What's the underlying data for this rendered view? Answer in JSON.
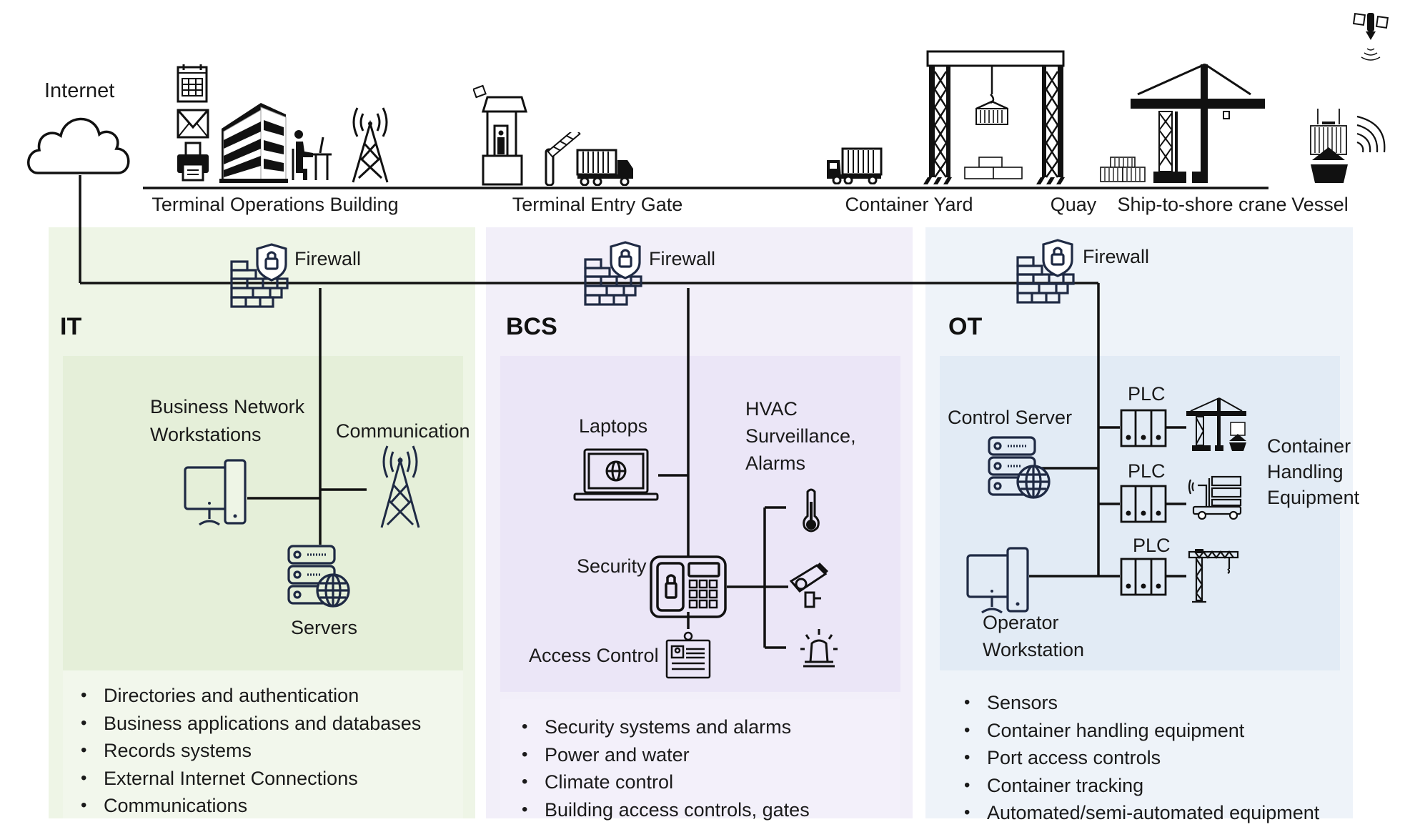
{
  "colors": {
    "it_panel": "#e8f2de",
    "bcs_panel": "#ede8f8",
    "ot_panel": "#e2ecf6",
    "icon_navy": "#1f2a44",
    "line": "#111111"
  },
  "header": {
    "internet_label": "Internet",
    "locations": [
      {
        "label": "Terminal Operations Building"
      },
      {
        "label": "Terminal Entry Gate"
      },
      {
        "label": "Container Yard"
      },
      {
        "label": "Quay"
      },
      {
        "label": "Ship-to-shore crane"
      },
      {
        "label": "Vessel"
      }
    ]
  },
  "firewall_label": "Firewall",
  "panels": {
    "it": {
      "title": "IT",
      "nodes": {
        "workstations": "Business Network\nWorkstations",
        "workstations_line1": "Business Network",
        "workstations_line2": "Workstations",
        "communication": "Communication",
        "servers": "Servers"
      },
      "bullets": [
        "Directories and authentication",
        "Business applications and databases",
        "Records systems",
        "External Internet Connections",
        "Communications"
      ]
    },
    "bcs": {
      "title": "BCS",
      "nodes": {
        "laptops": "Laptops",
        "hvac_line1": "HVAC",
        "hvac_line2": "Surveillance,",
        "hvac_line3": "Alarms",
        "security": "Security",
        "access_control": "Access Control"
      },
      "bullets": [
        "Security systems and alarms",
        "Power and water",
        "Climate control",
        "Building access controls, gates"
      ]
    },
    "ot": {
      "title": "OT",
      "nodes": {
        "control_server": "Control Server",
        "plc_1": "PLC",
        "plc_2": "PLC",
        "plc_3": "PLC",
        "che_line1": "Container",
        "che_line2": "Handling",
        "che_line3": "Equipment",
        "operator_line1": "Operator",
        "operator_line2": "Workstation"
      },
      "bullets": [
        "Sensors",
        "Container handling equipment",
        "Port access controls",
        "Container tracking",
        "Automated/semi-automated equipment"
      ]
    }
  }
}
